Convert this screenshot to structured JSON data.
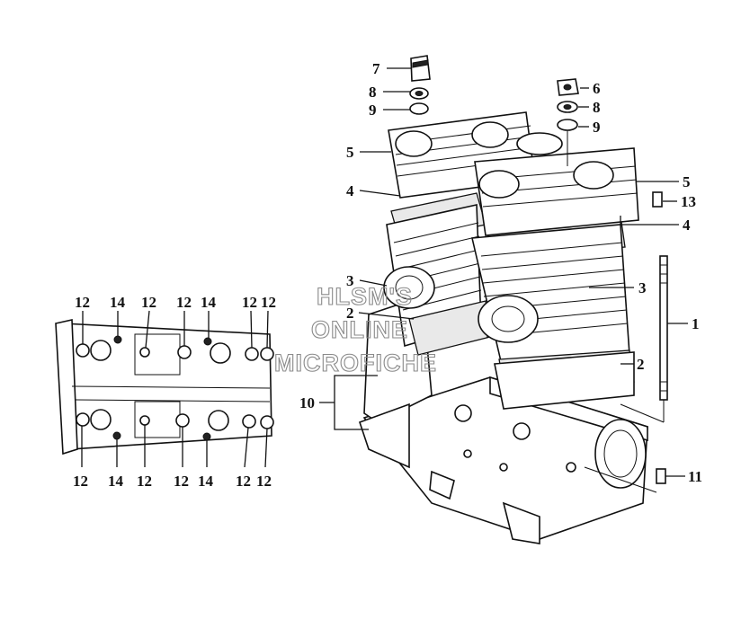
{
  "watermark": {
    "line1": "HLSM'S",
    "line2": "ONLINE",
    "line3": "MICROFICHE"
  },
  "labels": {
    "p1": "1",
    "p2a": "2",
    "p2b": "2",
    "p3a": "3",
    "p3b": "3",
    "p4a": "4",
    "p4b": "4",
    "p5a": "5",
    "p5b": "5",
    "p6": "6",
    "p7": "7",
    "p8a": "8",
    "p8b": "8",
    "p9a": "9",
    "p9b": "9",
    "p10": "10",
    "p11": "11",
    "p13": "13",
    "top_row": [
      "12",
      "14",
      "12",
      "12",
      "14",
      "12",
      "12"
    ],
    "bottom_row": [
      "12",
      "14",
      "12",
      "12",
      "14",
      "12",
      "12"
    ]
  }
}
